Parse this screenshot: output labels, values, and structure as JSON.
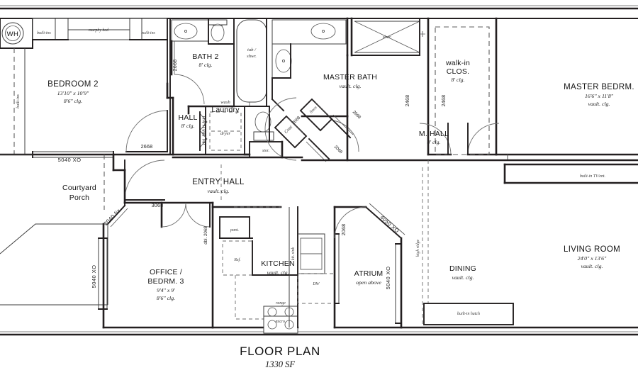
{
  "drawing": {
    "title": "FLOOR PLAN",
    "area": "1330 SF"
  },
  "rooms": [
    {
      "key": "bedroom2",
      "name": "BEDROOM 2",
      "dimensions": "13'10\" x 10'9\"",
      "ceiling": "8'6\" clg."
    },
    {
      "key": "bath2",
      "name": "BATH 2",
      "dimensions": "",
      "ceiling": "8' clg."
    },
    {
      "key": "hall",
      "name": "HALL",
      "dimensions": "",
      "ceiling": "8' clg."
    },
    {
      "key": "laundry",
      "name": "Laundry",
      "dimensions": "",
      "ceiling": ""
    },
    {
      "key": "master_bath",
      "name": "MASTER BATH",
      "dimensions": "",
      "ceiling": "vault. clg."
    },
    {
      "key": "walk_in_closet",
      "name": "walk-in CLOS.",
      "dimensions": "",
      "ceiling": "8' clg."
    },
    {
      "key": "master_hall",
      "name": "M. HALL",
      "dimensions": "",
      "ceiling": "8' clg."
    },
    {
      "key": "master_bedroom",
      "name": "MASTER BEDRM.",
      "dimensions": "16'6\" x 11'8\"",
      "ceiling": "vault. clg."
    },
    {
      "key": "entry_hall",
      "name": "ENTRY HALL",
      "dimensions": "",
      "ceiling": "vault. clg."
    },
    {
      "key": "courtyard_porch",
      "name": "Courtyard Porch",
      "dimensions": "",
      "ceiling": ""
    },
    {
      "key": "office_bedrm3",
      "name": "OFFICE / BEDRM. 3",
      "dimensions": "9'4\" x 9'",
      "ceiling": "8'6\" clg."
    },
    {
      "key": "kitchen",
      "name": "KITCHEN",
      "dimensions": "",
      "ceiling": "vault. clg."
    },
    {
      "key": "atrium",
      "name": "ATRIUM",
      "dimensions": "",
      "ceiling": "open above"
    },
    {
      "key": "dining",
      "name": "DINING",
      "dimensions": "",
      "ceiling": "vault. clg."
    },
    {
      "key": "living_room",
      "name": "LIVING ROOM",
      "dimensions": "24'0\" x 13'6\"",
      "ceiling": "vault. clg."
    }
  ],
  "room_labels": {
    "bedroom2": "BEDROOM 2",
    "bedroom2_dim": "13'10\" x 10'9\"",
    "bedroom2_clg": "8'6\" clg.",
    "bath2": "BATH 2",
    "bath2_clg": "8' clg.",
    "hall": "HALL",
    "hall_clg": "8' clg.",
    "laundry": "Laundry",
    "master_bath": "MASTER BATH",
    "master_bath_clg": "vault. clg.",
    "walkin_line1": "walk-in",
    "walkin_line2": "CLOS.",
    "walkin_clg": "8' clg.",
    "m_hall": "M. HALL",
    "m_hall_clg": "8' clg.",
    "master_bedrm": "MASTER BEDRM.",
    "master_bedrm_dim": "16'6\" x 11'8\"",
    "master_bedrm_clg": "vault. clg.",
    "entry_hall": "ENTRY HALL",
    "entry_hall_clg": "vault. clg.",
    "courtyard_line1": "Courtyard",
    "courtyard_line2": "Porch",
    "office_line1": "OFFICE /",
    "office_line2": "BEDRM. 3",
    "office_dim": "9'4\" x 9'",
    "office_clg": "8'6\" clg.",
    "kitchen": "KITCHEN",
    "kitchen_clg": "vault. clg.",
    "atrium": "ATRIUM",
    "atrium_note": "open above",
    "dining": "DINING",
    "dining_clg": "vault. clg.",
    "living_room": "LIVING ROOM",
    "living_room_dim": "24'0\" x 13'6\"",
    "living_room_clg": "vault. clg.",
    "linen": "linen",
    "coat": "Coat",
    "stor": "stor.",
    "pant": "pant."
  },
  "fixtures": {
    "water_heater": "WH",
    "built_ins_top_left": "built-ins",
    "built_ins_right": "built-ins",
    "murphy_bed": "murphy bed",
    "built_ins_vertical": "built-ins",
    "tub_shwr_line1": "tub /",
    "tub_shwr_line2": "shwr.",
    "shower": "shwr.",
    "wash": "wash",
    "dryer": "dryer",
    "refrigerator": "Ref.",
    "range": "range",
    "microwave": "micro.",
    "dishwasher": "DW",
    "kitchen_sink": "kit. sink",
    "built_in_tv": "built-in TV/ent.",
    "built_in_hutch": "built-in hutch",
    "high_ridge": "high ridge"
  },
  "doors": [
    {
      "label": "2668",
      "location": "bath2-hall"
    },
    {
      "label": "2668",
      "location": "bedroom2-hall"
    },
    {
      "label": "dbl. 868 bi-fold",
      "location": "laundry"
    },
    {
      "label": "2068",
      "location": "master-bath-coat"
    },
    {
      "label": "2668",
      "location": "linen"
    },
    {
      "label": "2068",
      "location": "coat"
    },
    {
      "label": "2468",
      "location": "walk-in-closet-left"
    },
    {
      "label": "2468",
      "location": "walk-in-closet-right"
    },
    {
      "label": "3068",
      "location": "entry"
    },
    {
      "label": "dbl. 2068",
      "location": "office"
    },
    {
      "label": "2068",
      "location": "atrium"
    }
  ],
  "door_labels": {
    "d_2668_bath": "2668",
    "d_2668_bed": "2668",
    "d_bifold": "dbl. 868 bi-fold",
    "d_2068_mb": "2068",
    "d_2668_linen": "2668",
    "d_2068_coat": "2068",
    "d_2468_left": "2468",
    "d_2468_right": "2468",
    "d_3068": "3068",
    "d_dbl2068": "dbl. 2068",
    "d_2068_atrium": "2068"
  },
  "windows": [
    {
      "label": "5040 XO",
      "location": "bedroom2-south"
    },
    {
      "label": "2040 fix",
      "location": "courtyard-angle"
    },
    {
      "label": "5040 XO",
      "location": "office-west"
    },
    {
      "label": "5040 XO",
      "location": "atrium-east"
    },
    {
      "label": "4050 XO",
      "location": "atrium-angle"
    }
  ],
  "window_labels": {
    "w_bedroom2": "5040 XO",
    "w_courtyard": "2040 fix",
    "w_office": "5040 XO",
    "w_atrium_e": "5040 XO",
    "w_atrium_angle": "4050 XO"
  },
  "colors": {
    "wall": "#231f20",
    "thin": "#4a4a4a",
    "dashed": "#5a5a5a",
    "paper": "#ffffff"
  }
}
